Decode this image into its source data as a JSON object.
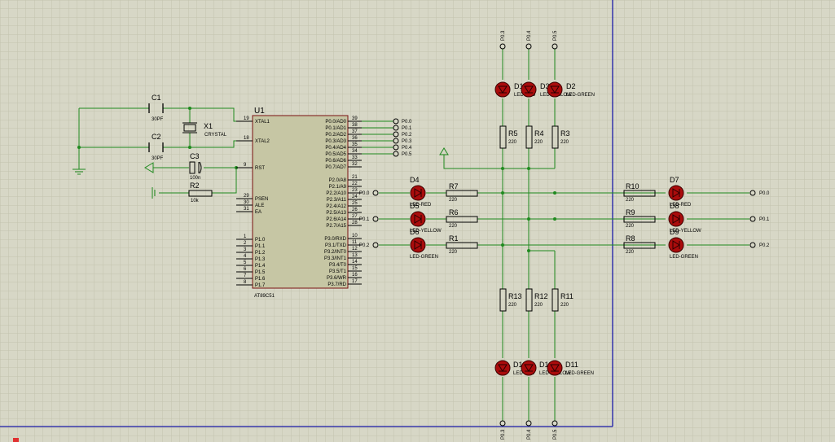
{
  "chip": {
    "ref": "U1",
    "part": "AT89C51",
    "left_pins": [
      {
        "num": "19",
        "label": "XTAL1"
      },
      {
        "num": "18",
        "label": "XTAL2"
      },
      {
        "num": "9",
        "label": "RST"
      },
      {
        "num": "29",
        "label": "PSEN"
      },
      {
        "num": "30",
        "label": "ALE"
      },
      {
        "num": "31",
        "label": "EA"
      },
      {
        "num": "1",
        "label": "P1.0"
      },
      {
        "num": "2",
        "label": "P1.1"
      },
      {
        "num": "3",
        "label": "P1.2"
      },
      {
        "num": "4",
        "label": "P1.3"
      },
      {
        "num": "5",
        "label": "P1.4"
      },
      {
        "num": "6",
        "label": "P1.5"
      },
      {
        "num": "7",
        "label": "P1.6"
      },
      {
        "num": "8",
        "label": "P1.7"
      }
    ],
    "right_pins": [
      {
        "num": "39",
        "label": "P0.0/AD0"
      },
      {
        "num": "38",
        "label": "P0.1/AD1"
      },
      {
        "num": "37",
        "label": "P0.2/AD2"
      },
      {
        "num": "36",
        "label": "P0.3/AD3"
      },
      {
        "num": "35",
        "label": "P0.4/AD4"
      },
      {
        "num": "34",
        "label": "P0.5/AD5"
      },
      {
        "num": "33",
        "label": "P0.6/AD6"
      },
      {
        "num": "32",
        "label": "P0.7/AD7"
      },
      {
        "num": "21",
        "label": "P2.0/A8"
      },
      {
        "num": "22",
        "label": "P2.1/A9"
      },
      {
        "num": "23",
        "label": "P2.2/A10"
      },
      {
        "num": "24",
        "label": "P2.3/A11"
      },
      {
        "num": "25",
        "label": "P2.4/A12"
      },
      {
        "num": "26",
        "label": "P2.5/A13"
      },
      {
        "num": "27",
        "label": "P2.6/A14"
      },
      {
        "num": "28",
        "label": "P2.7/A15"
      },
      {
        "num": "10",
        "label": "P3.0/RXD"
      },
      {
        "num": "11",
        "label": "P3.1/TXD"
      },
      {
        "num": "12",
        "label": "P3.2/INT0"
      },
      {
        "num": "13",
        "label": "P3.3/INT1"
      },
      {
        "num": "14",
        "label": "P3.4/T0"
      },
      {
        "num": "15",
        "label": "P3.5/T1"
      },
      {
        "num": "16",
        "label": "P3.6/WR"
      },
      {
        "num": "17",
        "label": "P3.7/RD"
      }
    ]
  },
  "p0_labels": [
    "P0.0",
    "P0.1",
    "P0.2",
    "P0.3",
    "P0.4",
    "P0.5"
  ],
  "c1": {
    "ref": "C1",
    "value": "30PF"
  },
  "c2": {
    "ref": "C2",
    "value": "30PF"
  },
  "x1": {
    "ref": "X1",
    "value": "CRYSTAL"
  },
  "c3": {
    "ref": "C3",
    "value": "100n"
  },
  "r2": {
    "ref": "R2",
    "value": "10k"
  },
  "left_leds": [
    {
      "ref": "D4",
      "type": "LED-RED",
      "term": "P0.0"
    },
    {
      "ref": "D5",
      "type": "LED-YELLOW",
      "term": "P0.1"
    },
    {
      "ref": "D6",
      "type": "LED-GREEN",
      "term": "P0.2"
    }
  ],
  "left_res": [
    {
      "ref": "R7",
      "value": "220"
    },
    {
      "ref": "R6",
      "value": "220"
    },
    {
      "ref": "R1",
      "value": "220"
    }
  ],
  "right_res": [
    {
      "ref": "R10",
      "value": "220"
    },
    {
      "ref": "R9",
      "value": "220"
    },
    {
      "ref": "R8",
      "value": "220"
    }
  ],
  "right_leds": [
    {
      "ref": "D7",
      "type": "LED-RED",
      "term": "P0.0"
    },
    {
      "ref": "D8",
      "type": "LED-YELLOW",
      "term": "P0.1"
    },
    {
      "ref": "D9",
      "type": "LED-GREEN",
      "term": "P0.2"
    }
  ],
  "top_terms": [
    "P0.3",
    "P0.4",
    "P0.5"
  ],
  "top_leds": [
    {
      "ref": "D1",
      "type": "LED-RED"
    },
    {
      "ref": "D3",
      "type": "LED-YELLOW"
    },
    {
      "ref": "D2",
      "type": "LED-GREEN"
    }
  ],
  "top_res": [
    {
      "ref": "R5",
      "value": "220"
    },
    {
      "ref": "R4",
      "value": "220"
    },
    {
      "ref": "R3",
      "value": "220"
    }
  ],
  "bottom_res": [
    {
      "ref": "R13",
      "value": "220"
    },
    {
      "ref": "R12",
      "value": "220"
    },
    {
      "ref": "R11",
      "value": "220"
    }
  ],
  "bottom_leds": [
    {
      "ref": "D12",
      "type": "LED-RED"
    },
    {
      "ref": "D10",
      "type": "LED-YELLOW"
    },
    {
      "ref": "D11",
      "type": "LED-GREEN"
    }
  ],
  "bottom_terms": [
    "P0.3",
    "P0.4",
    "P0.5"
  ],
  "colors": {
    "background": "#d7d7c6",
    "grid": "#c3c3ae",
    "wire": "#1f8a1f",
    "chip_fill": "#c6c6a4",
    "chip_border": "#7a1010",
    "led": "#aa0c0c",
    "border": "#1a1aa8"
  }
}
